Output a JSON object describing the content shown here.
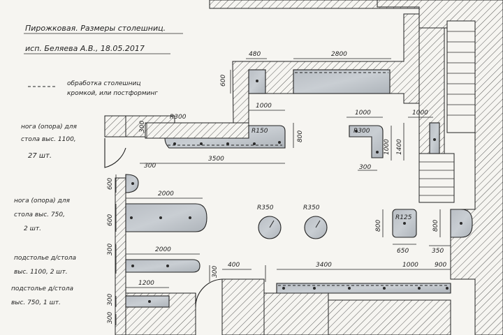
{
  "title": "Пирожковая. Размеры столешниц.",
  "author_line": "исп. Беляева А.В., 18.05.2017",
  "legend": {
    "dashed_text_1": "обработка столешниц",
    "dashed_text_2": "кромкой, или постформинг"
  },
  "notes": [
    {
      "line1": "нога (опора) для",
      "line2": "стола выс. 1100,",
      "line3": "27 шт."
    },
    {
      "line1": "нога (опора) для",
      "line2": "стола выс. 750,",
      "line3": "2 шт."
    },
    {
      "line1": "подстолье д/стола",
      "line2": "выс. 1100, 2 шт.",
      "line3": ""
    },
    {
      "line1": "подстолье д/стола",
      "line2": "выс. 750, 1 шт.",
      "line3": ""
    }
  ],
  "dimensions": {
    "d480": "480",
    "d2800": "2800",
    "d600": "600",
    "d1000a": "1000",
    "dR150": "R150",
    "d800a": "800",
    "dR300a": "R300",
    "d300a": "300",
    "d3500": "3500",
    "d300b": "300",
    "d1000b": "1000",
    "dR300b": "R300",
    "d1000c": "1000",
    "d1000d": "1000",
    "d1400": "1400",
    "d300c": "300",
    "d600b": "600",
    "d2000a": "2000",
    "d600c": "600",
    "dR350a": "R350",
    "dR350b": "R350",
    "d800b": "800",
    "dR125": "R125",
    "d800c": "800",
    "d650": "650",
    "d350": "350",
    "d300d": "300",
    "d2000b": "2000",
    "d300e": "300",
    "d400": "400",
    "d3400": "3400",
    "d1000e": "1000",
    "d900": "900",
    "d1200": "1200",
    "d300f": "300",
    "d300g": "300"
  }
}
